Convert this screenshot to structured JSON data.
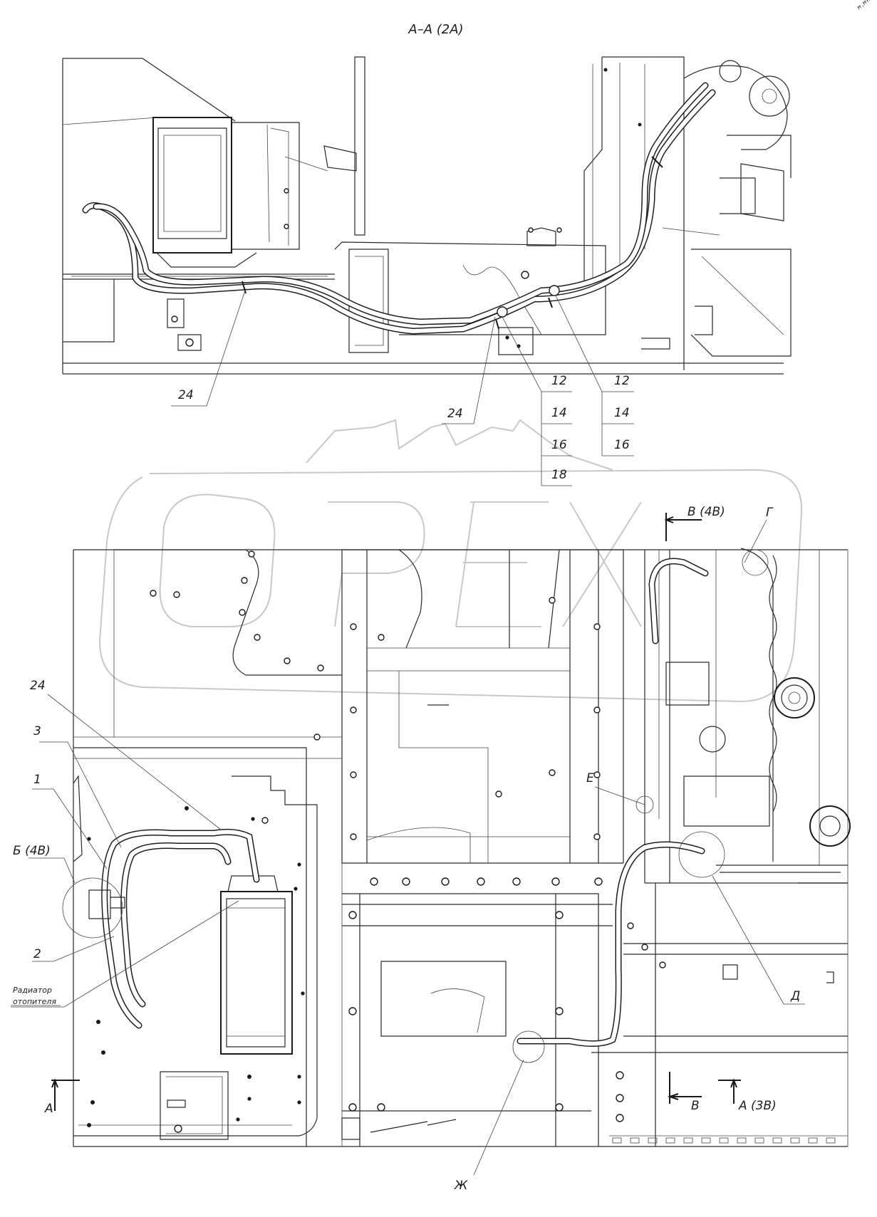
{
  "section_title": "А–А (2А)",
  "top_view": {
    "callouts": {
      "left_24": "24",
      "mid_24": "24",
      "stack_a": [
        "12",
        "14",
        "16",
        "18"
      ],
      "stack_b": [
        "12",
        "14",
        "16"
      ]
    }
  },
  "bottom_view": {
    "view_marks": {
      "b_4v": "В (4В)",
      "g": "Г",
      "b_side": "Б (4В)",
      "e": "Е",
      "d": "Д",
      "zh": "Ж",
      "a_left": "А",
      "v": "В",
      "a_3v": "А (3В)"
    },
    "callouts": {
      "c24": "24",
      "c3": "3",
      "c1": "1",
      "c2": "2"
    },
    "heater_label_line1": "Радиатор",
    "heater_label_line2": "отопителя"
  },
  "corner_mark": "ꟸ·ꟸꟸ",
  "watermark": "ОРЕХ"
}
